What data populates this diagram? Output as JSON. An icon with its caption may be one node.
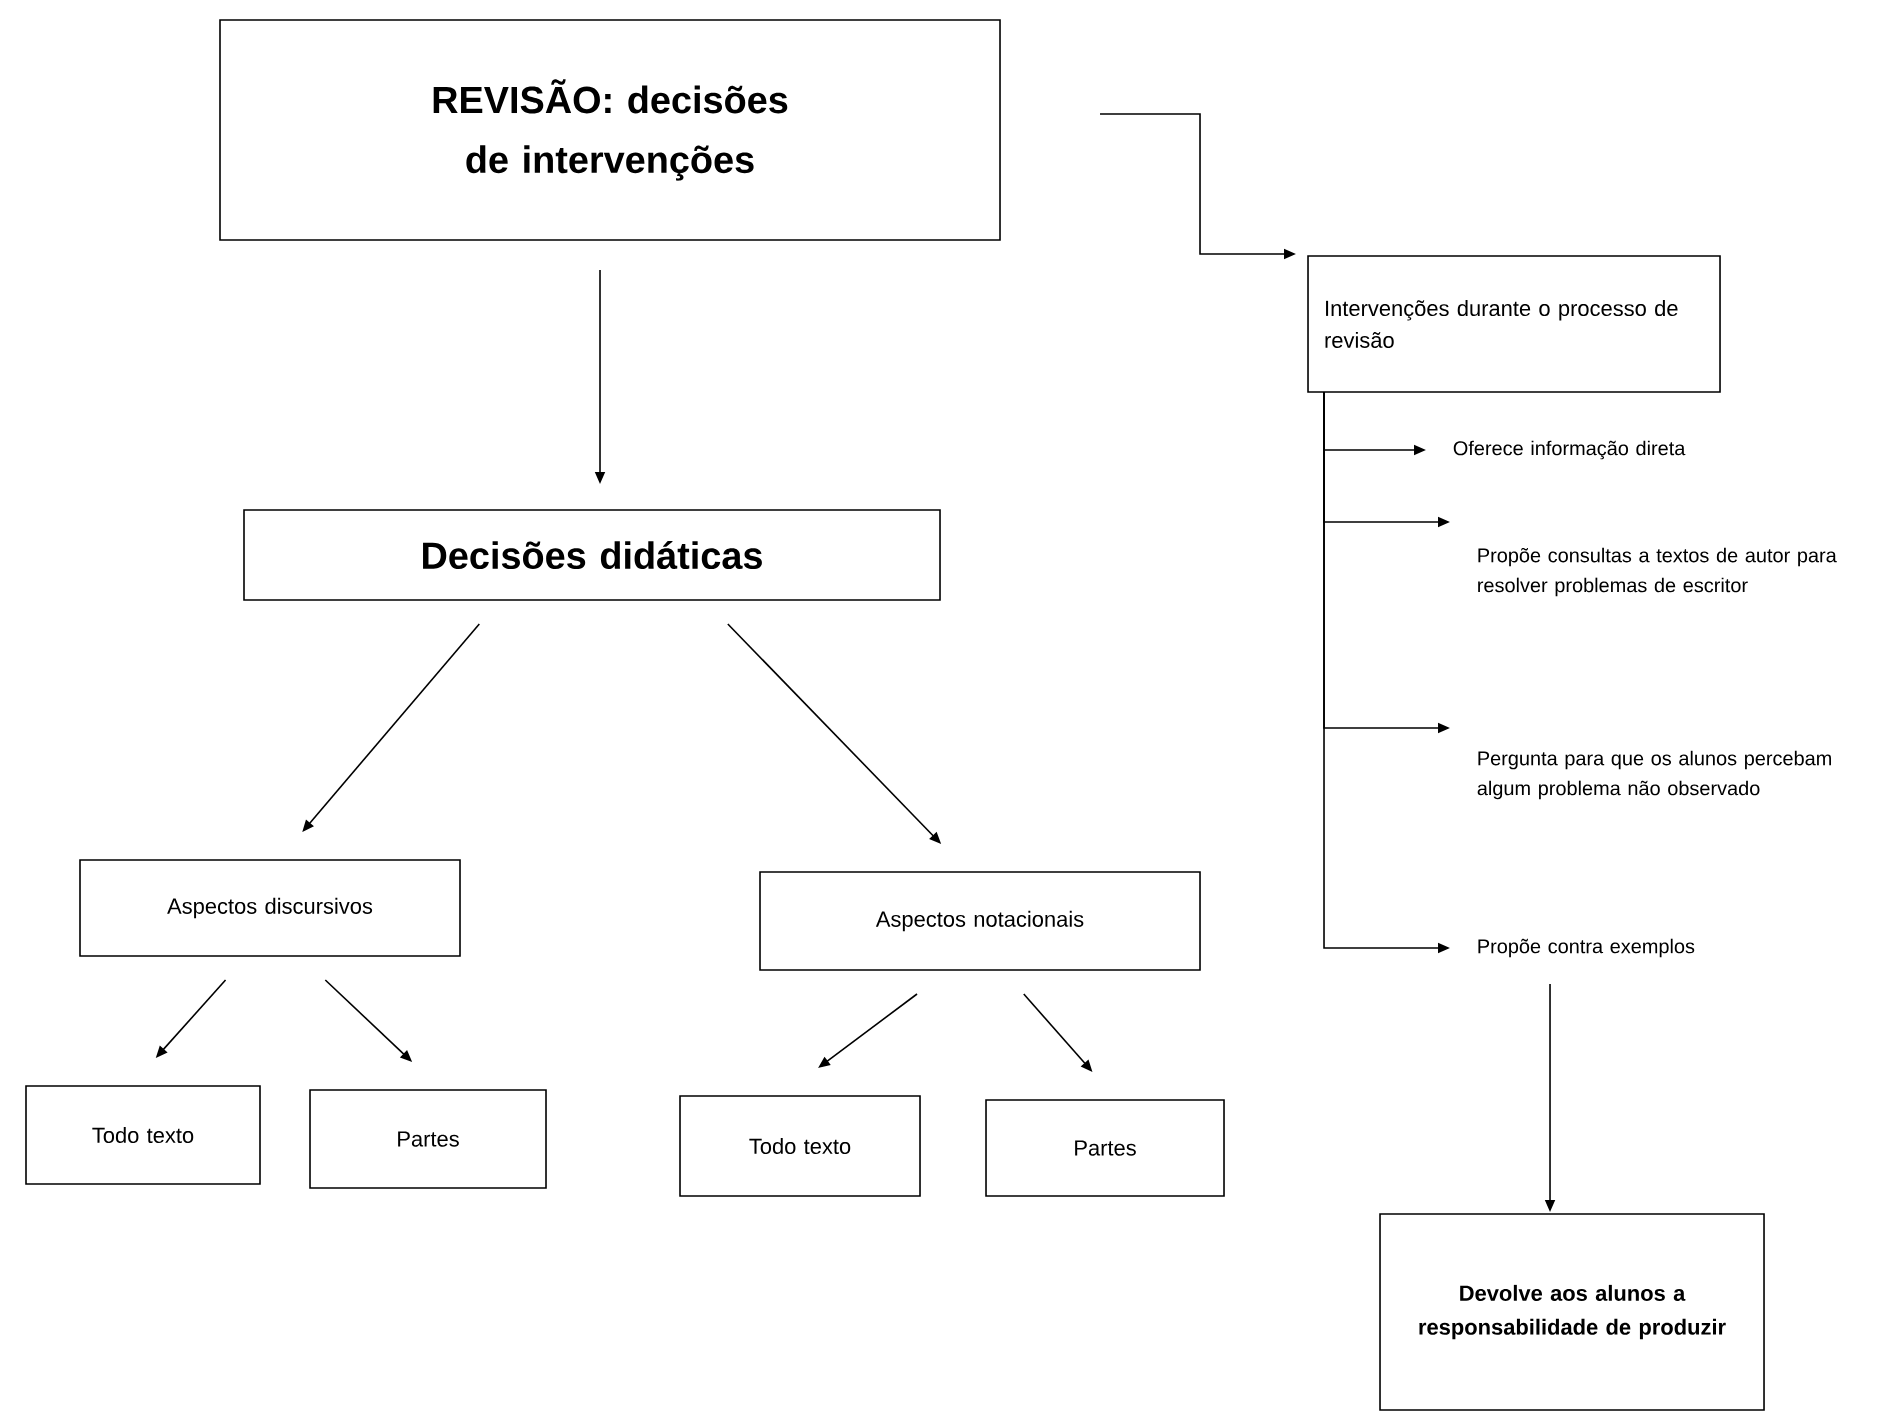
{
  "diagram": {
    "nodes": [
      {
        "text": [
          "REVISÃO: decisões de intervenções"
        ]
      },
      {
        "text": [
          "Decisões didáticas"
        ]
      },
      {
        "text": [
          "Aspectos discursivos"
        ]
      },
      {
        "text": [
          "Aspectos notacionais"
        ]
      },
      {
        "text": [
          "Todo texto"
        ]
      },
      {
        "text": [
          "Partes"
        ]
      },
      {
        "text": [
          "Todo texto"
        ]
      },
      {
        "text": [
          "Partes"
        ]
      },
      {
        "text": [
          "Intervenções durante o processo de revisão"
        ]
      },
      {
        "text": [
          "Oferece informação direta"
        ]
      },
      {
        "text": [
          "Propõe consultas a textos de autor para resolver problemas de escritor"
        ]
      },
      {
        "text": [
          "Pergunta para que os alunos percebam algum problema não observado"
        ]
      },
      {
        "text": [
          "Propõe contra exemplos"
        ]
      },
      {
        "text": [
          "Devolve aos alunos a responsabilidade de produzir"
        ]
      }
    ],
    "edges": [
      {
        "from": 0,
        "to": 1,
        "arrow": "to"
      },
      {
        "from": 0,
        "to": 8,
        "arrow": "to"
      },
      {
        "from": 1,
        "to": 2,
        "arrow": "to"
      },
      {
        "from": 1,
        "to": 3,
        "arrow": "to"
      },
      {
        "from": 2,
        "to": 4,
        "arrow": "to"
      },
      {
        "from": 2,
        "to": 5,
        "arrow": "to"
      },
      {
        "from": 3,
        "to": 6,
        "arrow": "to"
      },
      {
        "from": 3,
        "to": 7,
        "arrow": "to"
      },
      {
        "from": 8,
        "to": 9,
        "arrow": "to"
      },
      {
        "from": 8,
        "to": 10,
        "arrow": "to"
      },
      {
        "from": 8,
        "to": 11,
        "arrow": "to"
      },
      {
        "from": 8,
        "to": 12,
        "arrow": "to"
      },
      {
        "from": 12,
        "to": 13,
        "arrow": "to"
      }
    ]
  }
}
